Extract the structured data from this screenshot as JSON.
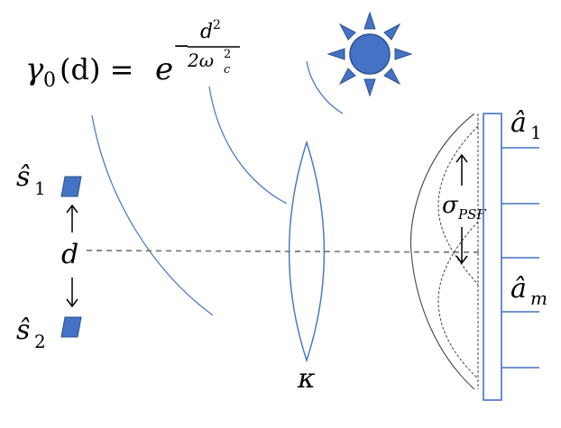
{
  "formula": {
    "lhs": "γ",
    "lhs_sub": "0",
    "arg": "(d) = ",
    "base": "e",
    "exp_sign": "−",
    "exp_num": "d",
    "exp_num_sup": "2",
    "exp_den": "2ω",
    "exp_den_sub": "c",
    "exp_den_sup": "2"
  },
  "labels": {
    "s1": "ŝ",
    "s1_sub": "1",
    "s2": "ŝ",
    "s2_sub": "2",
    "d": "d",
    "kappa": "κ",
    "sigma": "σ",
    "sigma_sub": "PSF",
    "a1": "â",
    "a1_sub": "1",
    "am": "â",
    "am_sub": "m"
  },
  "colors": {
    "accent": "#4472C4",
    "sun": "#4472C4",
    "ink": "#000000",
    "dashed": "#7f7f7f"
  },
  "icons": [
    "sun-icon",
    "source-square-icon",
    "lens-icon",
    "detector-array-icon"
  ]
}
